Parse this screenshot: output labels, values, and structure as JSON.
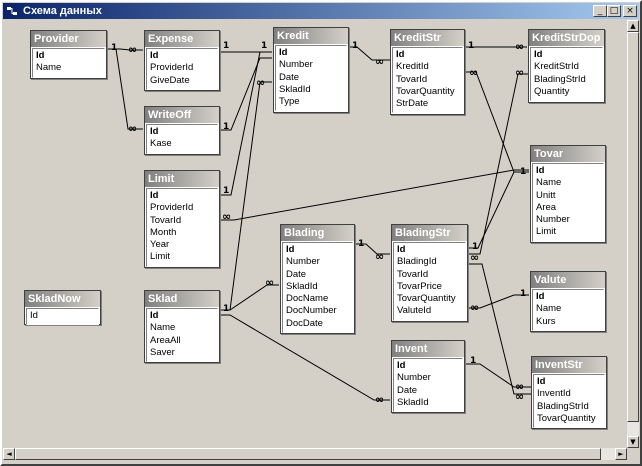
{
  "window": {
    "title": "Схема данных",
    "controls": {
      "minimize": "_",
      "maximize": "□",
      "close": "×"
    }
  },
  "relation_marks": {
    "one": "1",
    "many": "∞"
  },
  "tables": {
    "provider": {
      "name": "Provider",
      "fields": [
        "Id",
        "Name"
      ]
    },
    "expense": {
      "name": "Expense",
      "fields": [
        "Id",
        "ProviderId",
        "GiveDate"
      ]
    },
    "kredit": {
      "name": "Kredit",
      "fields": [
        "Id",
        "Number",
        "Date",
        "SkladId",
        "Type"
      ]
    },
    "kreditstr": {
      "name": "KreditStr",
      "fields": [
        "Id",
        "KreditId",
        "TovarId",
        "TovarQuantity",
        "StrDate"
      ]
    },
    "kreditstrdop": {
      "name": "KreditStrDop",
      "fields": [
        "Id",
        "KreditStrId",
        "BladingStrId",
        "Quantity"
      ]
    },
    "writeoff": {
      "name": "WriteOff",
      "fields": [
        "Id",
        "Kase"
      ]
    },
    "limit": {
      "name": "Limit",
      "fields": [
        "Id",
        "ProviderId",
        "TovarId",
        "Month",
        "Year",
        "Limit"
      ]
    },
    "tovar": {
      "name": "Tovar",
      "fields": [
        "Id",
        "Name",
        "Unitt",
        "Area",
        "Number",
        "Limit"
      ]
    },
    "blading": {
      "name": "Blading",
      "fields": [
        "Id",
        "Number",
        "Date",
        "SkladId",
        "DocName",
        "DocNumber",
        "DocDate"
      ]
    },
    "bladingstr": {
      "name": "BladingStr",
      "fields": [
        "Id",
        "BladingId",
        "TovarId",
        "TovarPrice",
        "TovarQuantity",
        "ValuteId"
      ]
    },
    "skladnow": {
      "name": "SkladNow",
      "fields": [
        "Id"
      ]
    },
    "sklad": {
      "name": "Sklad",
      "fields": [
        "Id",
        "Name",
        "AreaAll",
        "Saver"
      ]
    },
    "valute": {
      "name": "Valute",
      "fields": [
        "Id",
        "Name",
        "Kurs"
      ]
    },
    "invent": {
      "name": "Invent",
      "fields": [
        "Id",
        "Number",
        "Date",
        "SkladId"
      ]
    },
    "inventstr": {
      "name": "InventStr",
      "fields": [
        "Id",
        "InventId",
        "BladingStrId",
        "TovarQuantity"
      ]
    }
  },
  "scrollbars": {
    "up": "▲",
    "down": "▼",
    "left": "◄",
    "right": "►"
  }
}
